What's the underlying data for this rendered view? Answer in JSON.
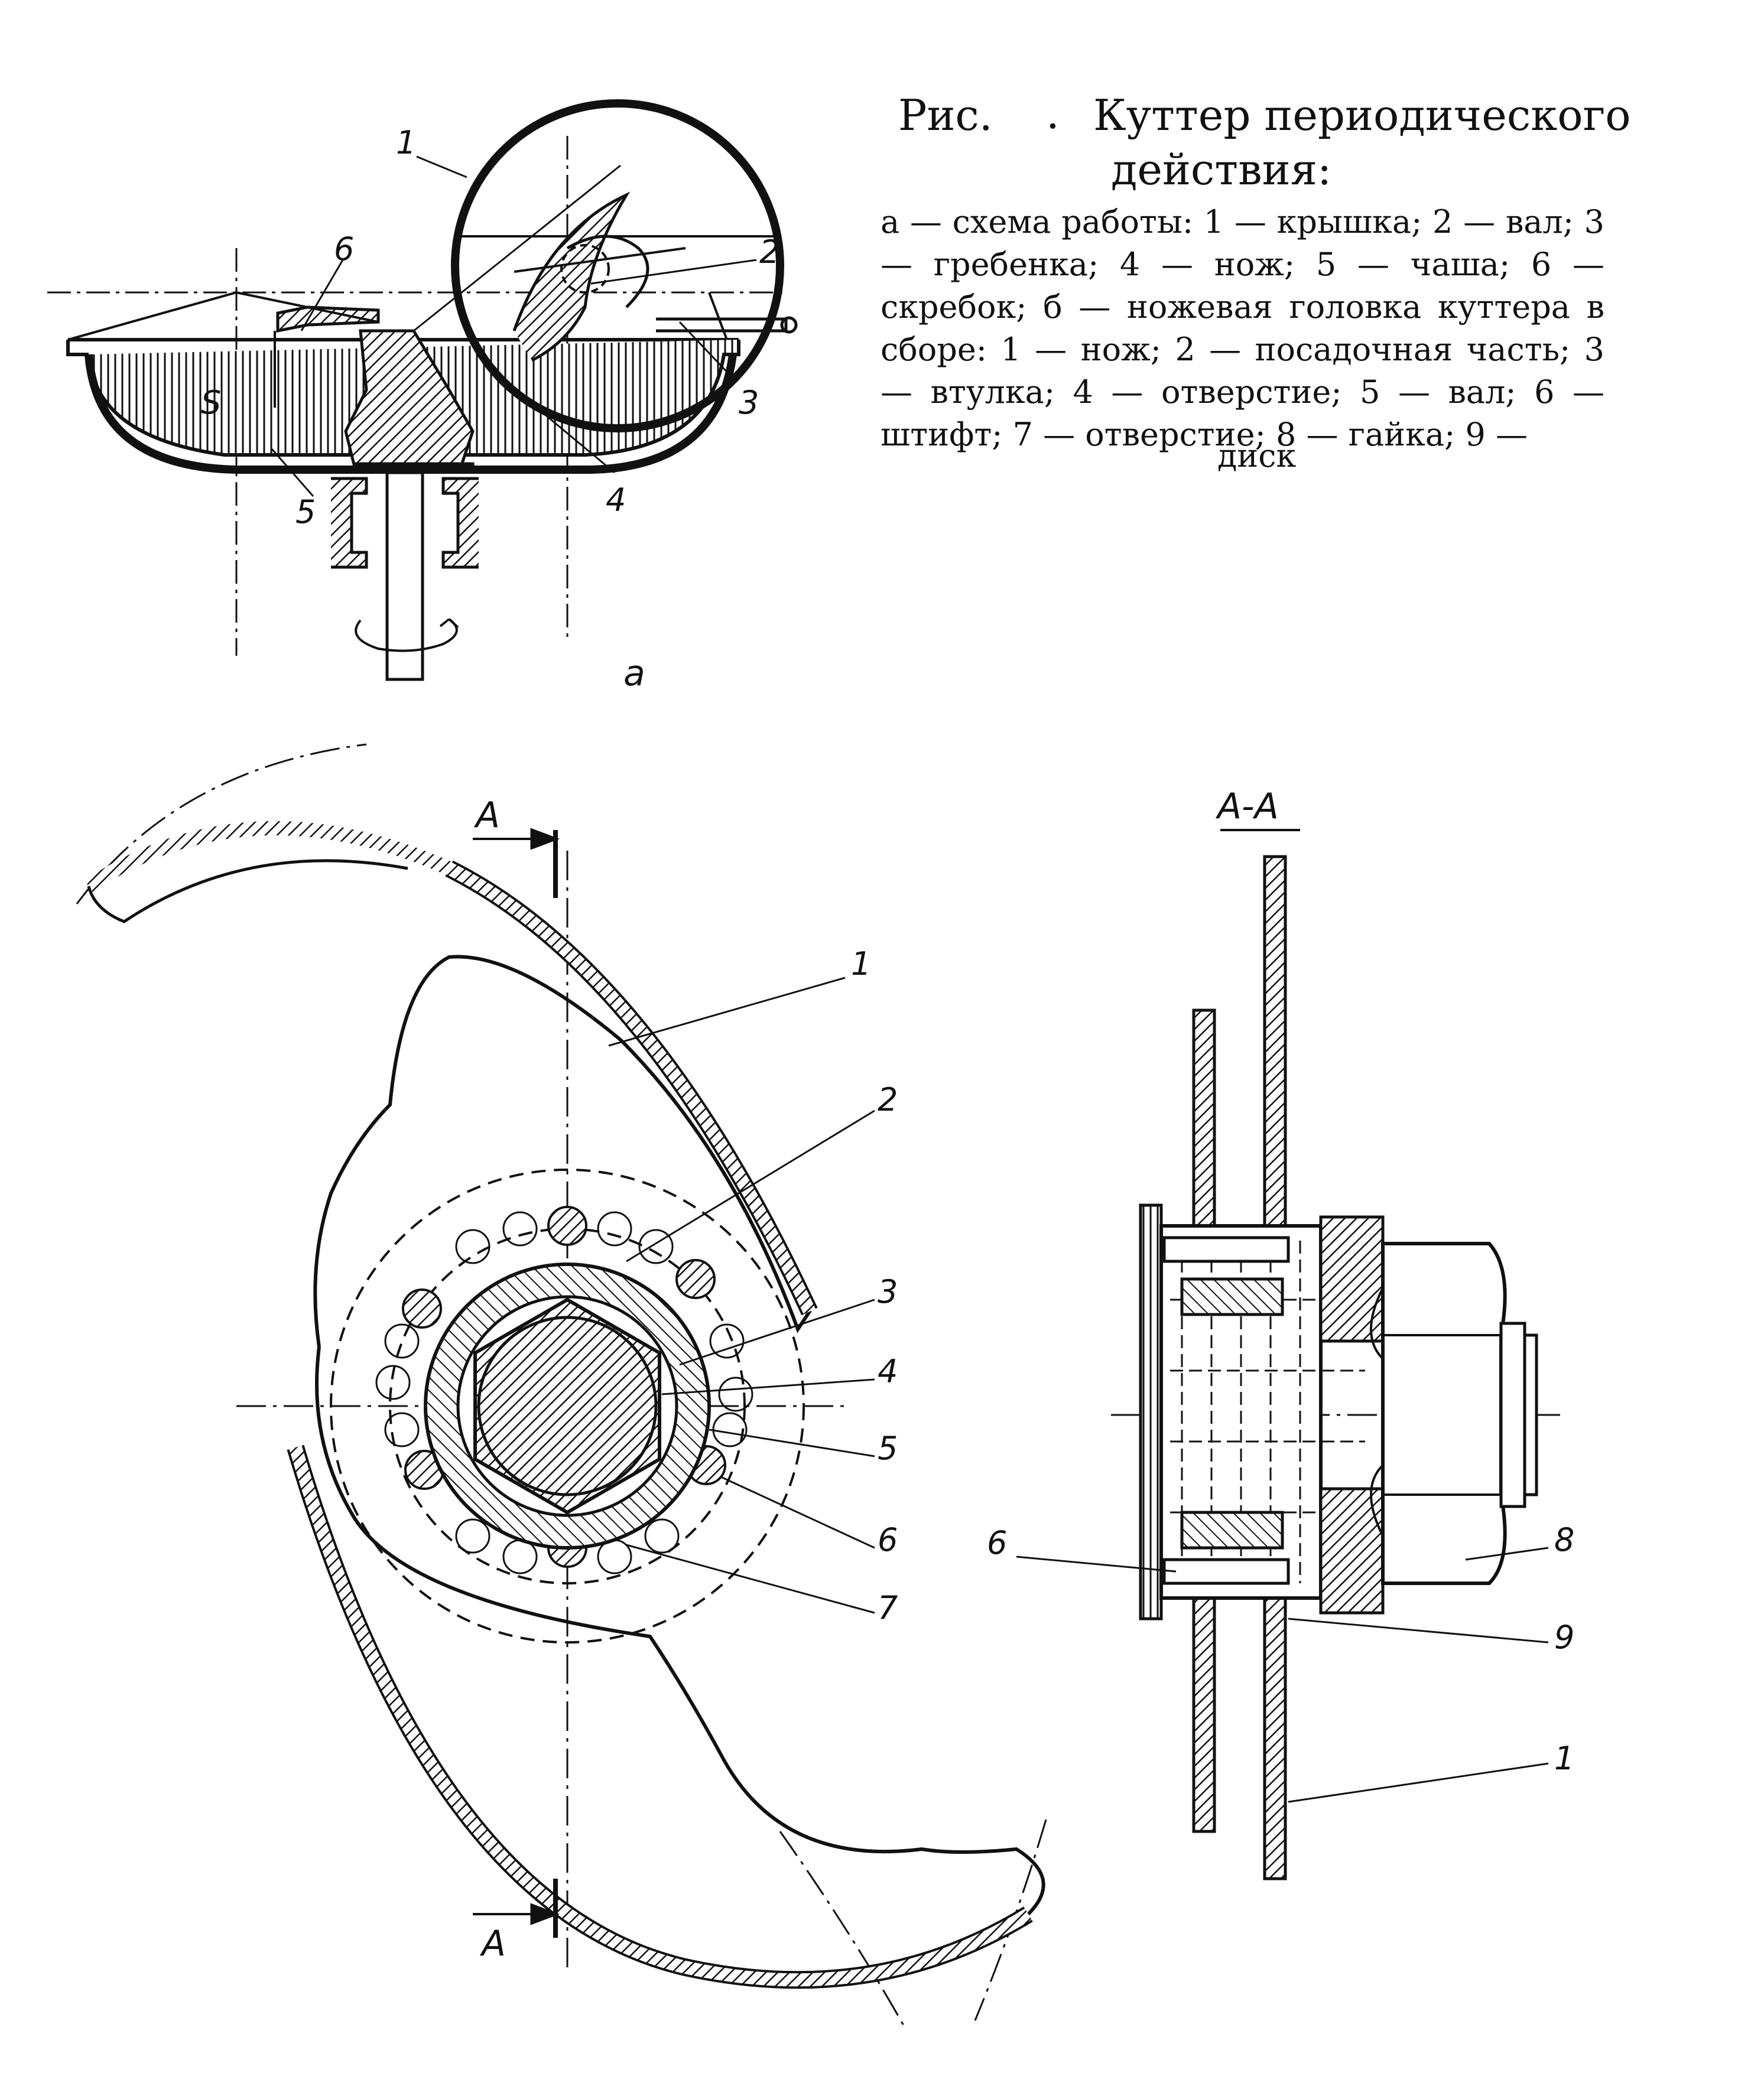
{
  "caption": {
    "figure_prefix": "Рис.",
    "figure_dot": ".",
    "title_line1": "Куттер периодического",
    "title_line2": "действия:",
    "body": "а — схема работы: 1 — крышка; 2 — вал; 3 — гребенка; 4 — нож; 5 — чаша; 6 — скребок; б — ножевая головка куттера в сборе: 1 — нож; 2 — посадочная часть; 3 — втулка; 4 — отверстие; 5 — вал; 6 — штифт; 7 — отверстие; 8 — гайка; 9 —",
    "body_end": "диск"
  },
  "diagram_a": {
    "labels": {
      "n1": "1",
      "n2": "2",
      "n3": "3",
      "n4": "4",
      "n5": "5",
      "n6": "6",
      "s": "S"
    },
    "view_label": "а"
  },
  "diagram_b": {
    "labels": {
      "n1": "1",
      "n2": "2",
      "n3": "3",
      "n4": "4",
      "n5": "5",
      "n6": "6",
      "n7": "7"
    },
    "section_top": "А",
    "section_bottom": "А"
  },
  "section_view": {
    "title": "А-А",
    "labels": {
      "n6": "6",
      "n8": "8",
      "n9": "9",
      "n1": "1"
    }
  }
}
